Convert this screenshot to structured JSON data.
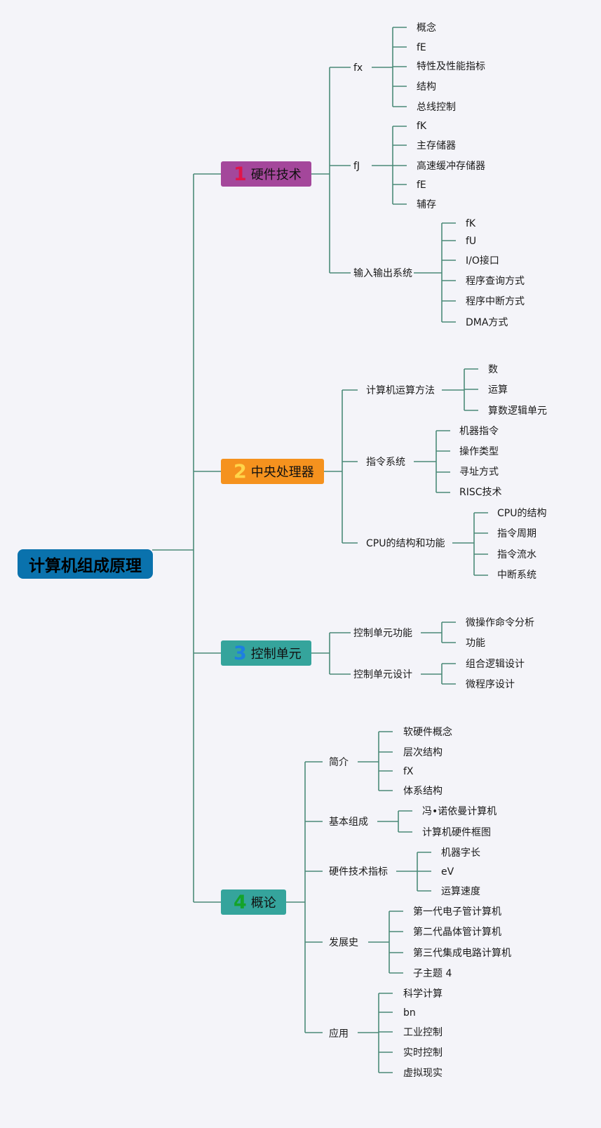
{
  "colors": {
    "line": "#4b8a78",
    "root_bg": "#0a72ad",
    "branch1_bg": "#a4479b",
    "branch1_num": "#e0154a",
    "branch2_bg": "#f5921e",
    "branch2_num": "#ffd54a",
    "branch3_bg": "#35a49c",
    "branch3_num": "#1e7fe0",
    "branch4_bg": "#35a49c",
    "branch4_num": "#14a32a"
  },
  "root": {
    "label": "计算机组成原理"
  },
  "branches": [
    {
      "num": "1",
      "label": "硬件技术",
      "children": [
        {
          "label": "fx",
          "children": [
            "概念",
            "fE",
            "特性及性能指标",
            "结构",
            "总线控制"
          ]
        },
        {
          "label": "fJ",
          "children": [
            "fK",
            "主存储器",
            "高速缓冲存储器",
            "fE",
            "辅存"
          ]
        },
        {
          "label": "输入输出系统",
          "children": [
            "fK",
            "fU",
            "I/O接口",
            "程序查询方式",
            "程序中断方式",
            "DMA方式"
          ]
        }
      ]
    },
    {
      "num": "2",
      "label": "中央处理器",
      "children": [
        {
          "label": "计算机运算方法",
          "children": [
            "数",
            "运算",
            "算数逻辑单元"
          ]
        },
        {
          "label": "指令系统",
          "children": [
            "机器指令",
            "操作类型",
            "寻址方式",
            "RISC技术"
          ]
        },
        {
          "label": "CPU的结构和功能",
          "children": [
            "CPU的结构",
            "指令周期",
            "指令流水",
            "中断系统"
          ]
        }
      ]
    },
    {
      "num": "3",
      "label": "控制单元",
      "children": [
        {
          "label": "控制单元功能",
          "children": [
            "微操作命令分析",
            "功能"
          ]
        },
        {
          "label": "控制单元设计",
          "children": [
            "组合逻辑设计",
            "微程序设计"
          ]
        }
      ]
    },
    {
      "num": "4",
      "label": "概论",
      "children": [
        {
          "label": "简介",
          "children": [
            "软硬件概念",
            "层次结构",
            "fX",
            "体系结构"
          ]
        },
        {
          "label": "基本组成",
          "children": [
            "冯•诺依曼计算机",
            "计算机硬件框图"
          ]
        },
        {
          "label": "硬件技术指标",
          "children": [
            "机器字长",
            "eV",
            "运算速度"
          ]
        },
        {
          "label": "发展史",
          "children": [
            "第一代电子管计算机",
            "第二代晶体管计算机",
            "第三代集成电路计算机",
            "子主题 4"
          ]
        },
        {
          "label": "应用",
          "children": [
            "科学计算",
            "bn",
            "工业控制",
            "实时控制",
            "虚拟现实"
          ]
        }
      ]
    }
  ]
}
